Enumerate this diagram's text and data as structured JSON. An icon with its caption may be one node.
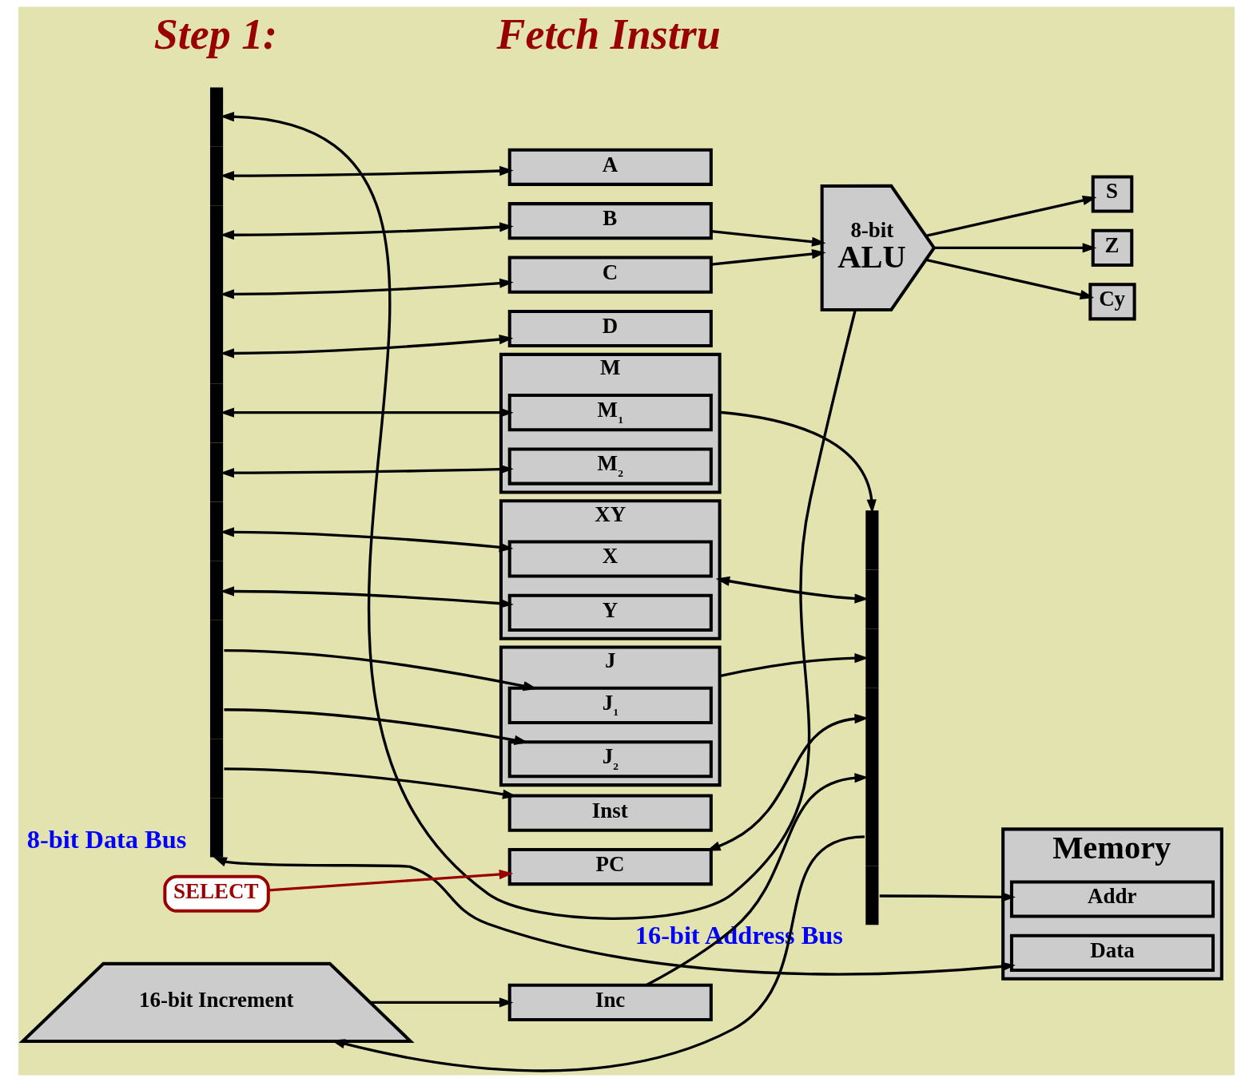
{
  "diagram": {
    "nodes": [
      {
        "text": [],
        "shape": "bar",
        "beside": [
          "8-bit Data Bus"
        ]
      },
      {
        "text": [
          "A"
        ]
      },
      {
        "text": [
          "B"
        ]
      },
      {
        "text": [
          "C"
        ]
      },
      {
        "text": [
          "D"
        ]
      },
      {
        "text": [
          "M"
        ]
      },
      {
        "text": [
          "M$_{1}$"
        ],
        "in": 5
      },
      {
        "text": [
          "M$_{2}$"
        ],
        "in": 5
      },
      {
        "text": [
          "XY"
        ]
      },
      {
        "text": [
          "X"
        ],
        "in": 8
      },
      {
        "text": [
          "Y"
        ],
        "in": 8
      },
      {
        "text": [
          "J"
        ]
      },
      {
        "text": [
          "J$_{1}$"
        ],
        "in": 11
      },
      {
        "text": [
          "J$_{2}$"
        ],
        "in": 11
      },
      {
        "text": [
          "Inst"
        ]
      },
      {
        "text": [
          "PC"
        ]
      },
      {
        "text": [
          "Inc"
        ]
      },
      {
        "text": [
          "16-bit Increment"
        ]
      },
      {
        "text": [],
        "shape": "bar",
        "beside": [
          "16-bit Address Bus"
        ]
      },
      {
        "text": [
          "8-bit",
          "ALU"
        ]
      },
      {
        "text": [
          "Z"
        ]
      },
      {
        "text": [
          "Cy"
        ]
      },
      {
        "text": [
          "S"
        ]
      },
      {
        "text": [
          "Memory"
        ]
      },
      {
        "text": [
          "Addr"
        ],
        "in": 23
      },
      {
        "text": [
          "Data"
        ],
        "in": 23
      },
      {
        "text": [
          "SELECT"
        ]
      }
    ],
    "edges": [
      {
        "from": 19,
        "to": 0,
        "arrow": "to"
      },
      {
        "from": 0,
        "to": 1,
        "arrow": "both"
      },
      {
        "from": 0,
        "to": 2,
        "arrow": "both"
      },
      {
        "from": 0,
        "to": 3,
        "arrow": "both"
      },
      {
        "from": 0,
        "to": 4,
        "arrow": "both"
      },
      {
        "from": 0,
        "to": 6,
        "arrow": "both"
      },
      {
        "from": 0,
        "to": 7,
        "arrow": "both"
      },
      {
        "from": 0,
        "to": 9,
        "arrow": "both"
      },
      {
        "from": 0,
        "to": 10,
        "arrow": "both"
      },
      {
        "from": 0,
        "to": 12,
        "arrow": "to"
      },
      {
        "from": 0,
        "to": 13,
        "arrow": "to"
      },
      {
        "from": 0,
        "to": 14,
        "arrow": "to"
      },
      {
        "from": 2,
        "to": 19,
        "arrow": "to"
      },
      {
        "from": 3,
        "to": 19,
        "arrow": "to"
      },
      {
        "from": 19,
        "to": 22,
        "arrow": "to"
      },
      {
        "from": 19,
        "to": 21,
        "arrow": "to"
      },
      {
        "from": 19,
        "to": 20,
        "arrow": "to"
      },
      {
        "from": 5,
        "to": 18,
        "arrow": "to"
      },
      {
        "from": 8,
        "to": 18,
        "arrow": "both"
      },
      {
        "from": 11,
        "to": 18,
        "arrow": "to"
      },
      {
        "from": 15,
        "to": 18,
        "arrow": "both"
      },
      {
        "from": 16,
        "to": 18,
        "arrow": "to"
      },
      {
        "from": 17,
        "to": 16,
        "arrow": "to"
      },
      {
        "from": 18,
        "to": 17,
        "arrow": "to"
      },
      {
        "from": 18,
        "to": 24,
        "arrow": "to"
      },
      {
        "from": 0,
        "to": 25,
        "arrow": "both"
      },
      {
        "from": 26,
        "to": 15,
        "arrow": "to",
        "color": "#990000"
      }
    ],
    "labels": [
      "Step 1:",
      "Fetch Instru"
    ]
  }
}
